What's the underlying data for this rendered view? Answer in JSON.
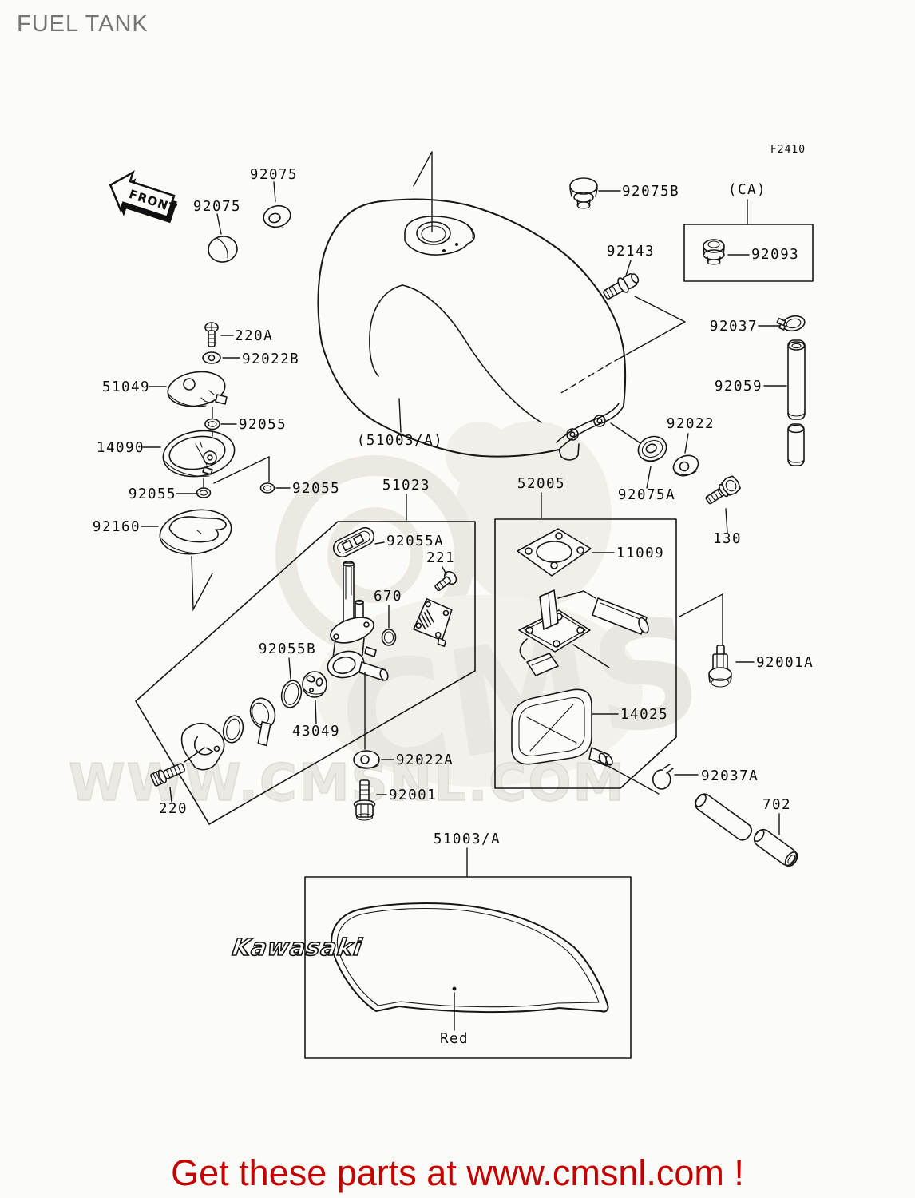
{
  "page": {
    "title": "FUEL TANK",
    "banner": "Get these parts at www.cmsnl.com !",
    "watermark_text": "WWW.CMSNL.COM",
    "watermark_cms": "CMS",
    "line_color": "#161616",
    "banner_color": "#c40000",
    "background_color": "#fbfbf7"
  },
  "front_arrow": {
    "label": "FRONT"
  },
  "tank_decal": {
    "logo": "Kawasaki"
  },
  "labels": [
    {
      "id": "92075-left",
      "text": "92075"
    },
    {
      "id": "92075-right",
      "text": "92075"
    },
    {
      "id": "92075B",
      "text": "92075B"
    },
    {
      "id": "92093",
      "text": "92093"
    },
    {
      "id": "92143",
      "text": "92143"
    },
    {
      "id": "92037",
      "text": "92037"
    },
    {
      "id": "92059",
      "text": "92059"
    },
    {
      "id": "92022",
      "text": "92022"
    },
    {
      "id": "92075A",
      "text": "92075A"
    },
    {
      "id": "130",
      "text": "130"
    },
    {
      "id": "220A",
      "text": "220A"
    },
    {
      "id": "92022B",
      "text": "92022B"
    },
    {
      "id": "51049",
      "text": "51049"
    },
    {
      "id": "92055-a",
      "text": "92055"
    },
    {
      "id": "14090",
      "text": "14090"
    },
    {
      "id": "92055-b",
      "text": "92055"
    },
    {
      "id": "92055-c",
      "text": "92055"
    },
    {
      "id": "92160",
      "text": "92160"
    },
    {
      "id": "51023",
      "text": "51023"
    },
    {
      "id": "92055A",
      "text": "92055A"
    },
    {
      "id": "221",
      "text": "221"
    },
    {
      "id": "670",
      "text": "670"
    },
    {
      "id": "92055B",
      "text": "92055B"
    },
    {
      "id": "43049",
      "text": "43049"
    },
    {
      "id": "92022A",
      "text": "92022A"
    },
    {
      "id": "92001",
      "text": "92001"
    },
    {
      "id": "220",
      "text": "220"
    },
    {
      "id": "52005",
      "text": "52005"
    },
    {
      "id": "11009",
      "text": "11009"
    },
    {
      "id": "14025",
      "text": "14025"
    },
    {
      "id": "92001A",
      "text": "92001A"
    },
    {
      "id": "92037A",
      "text": "92037A"
    },
    {
      "id": "702",
      "text": "702"
    },
    {
      "id": "tank-ref",
      "text": "(51003/A)"
    },
    {
      "id": "decal-ref",
      "text": "51003/A"
    },
    {
      "id": "ca-note",
      "text": "(CA)"
    },
    {
      "id": "figure-code",
      "text": "F2410"
    },
    {
      "id": "color-note",
      "text": "Red"
    }
  ]
}
